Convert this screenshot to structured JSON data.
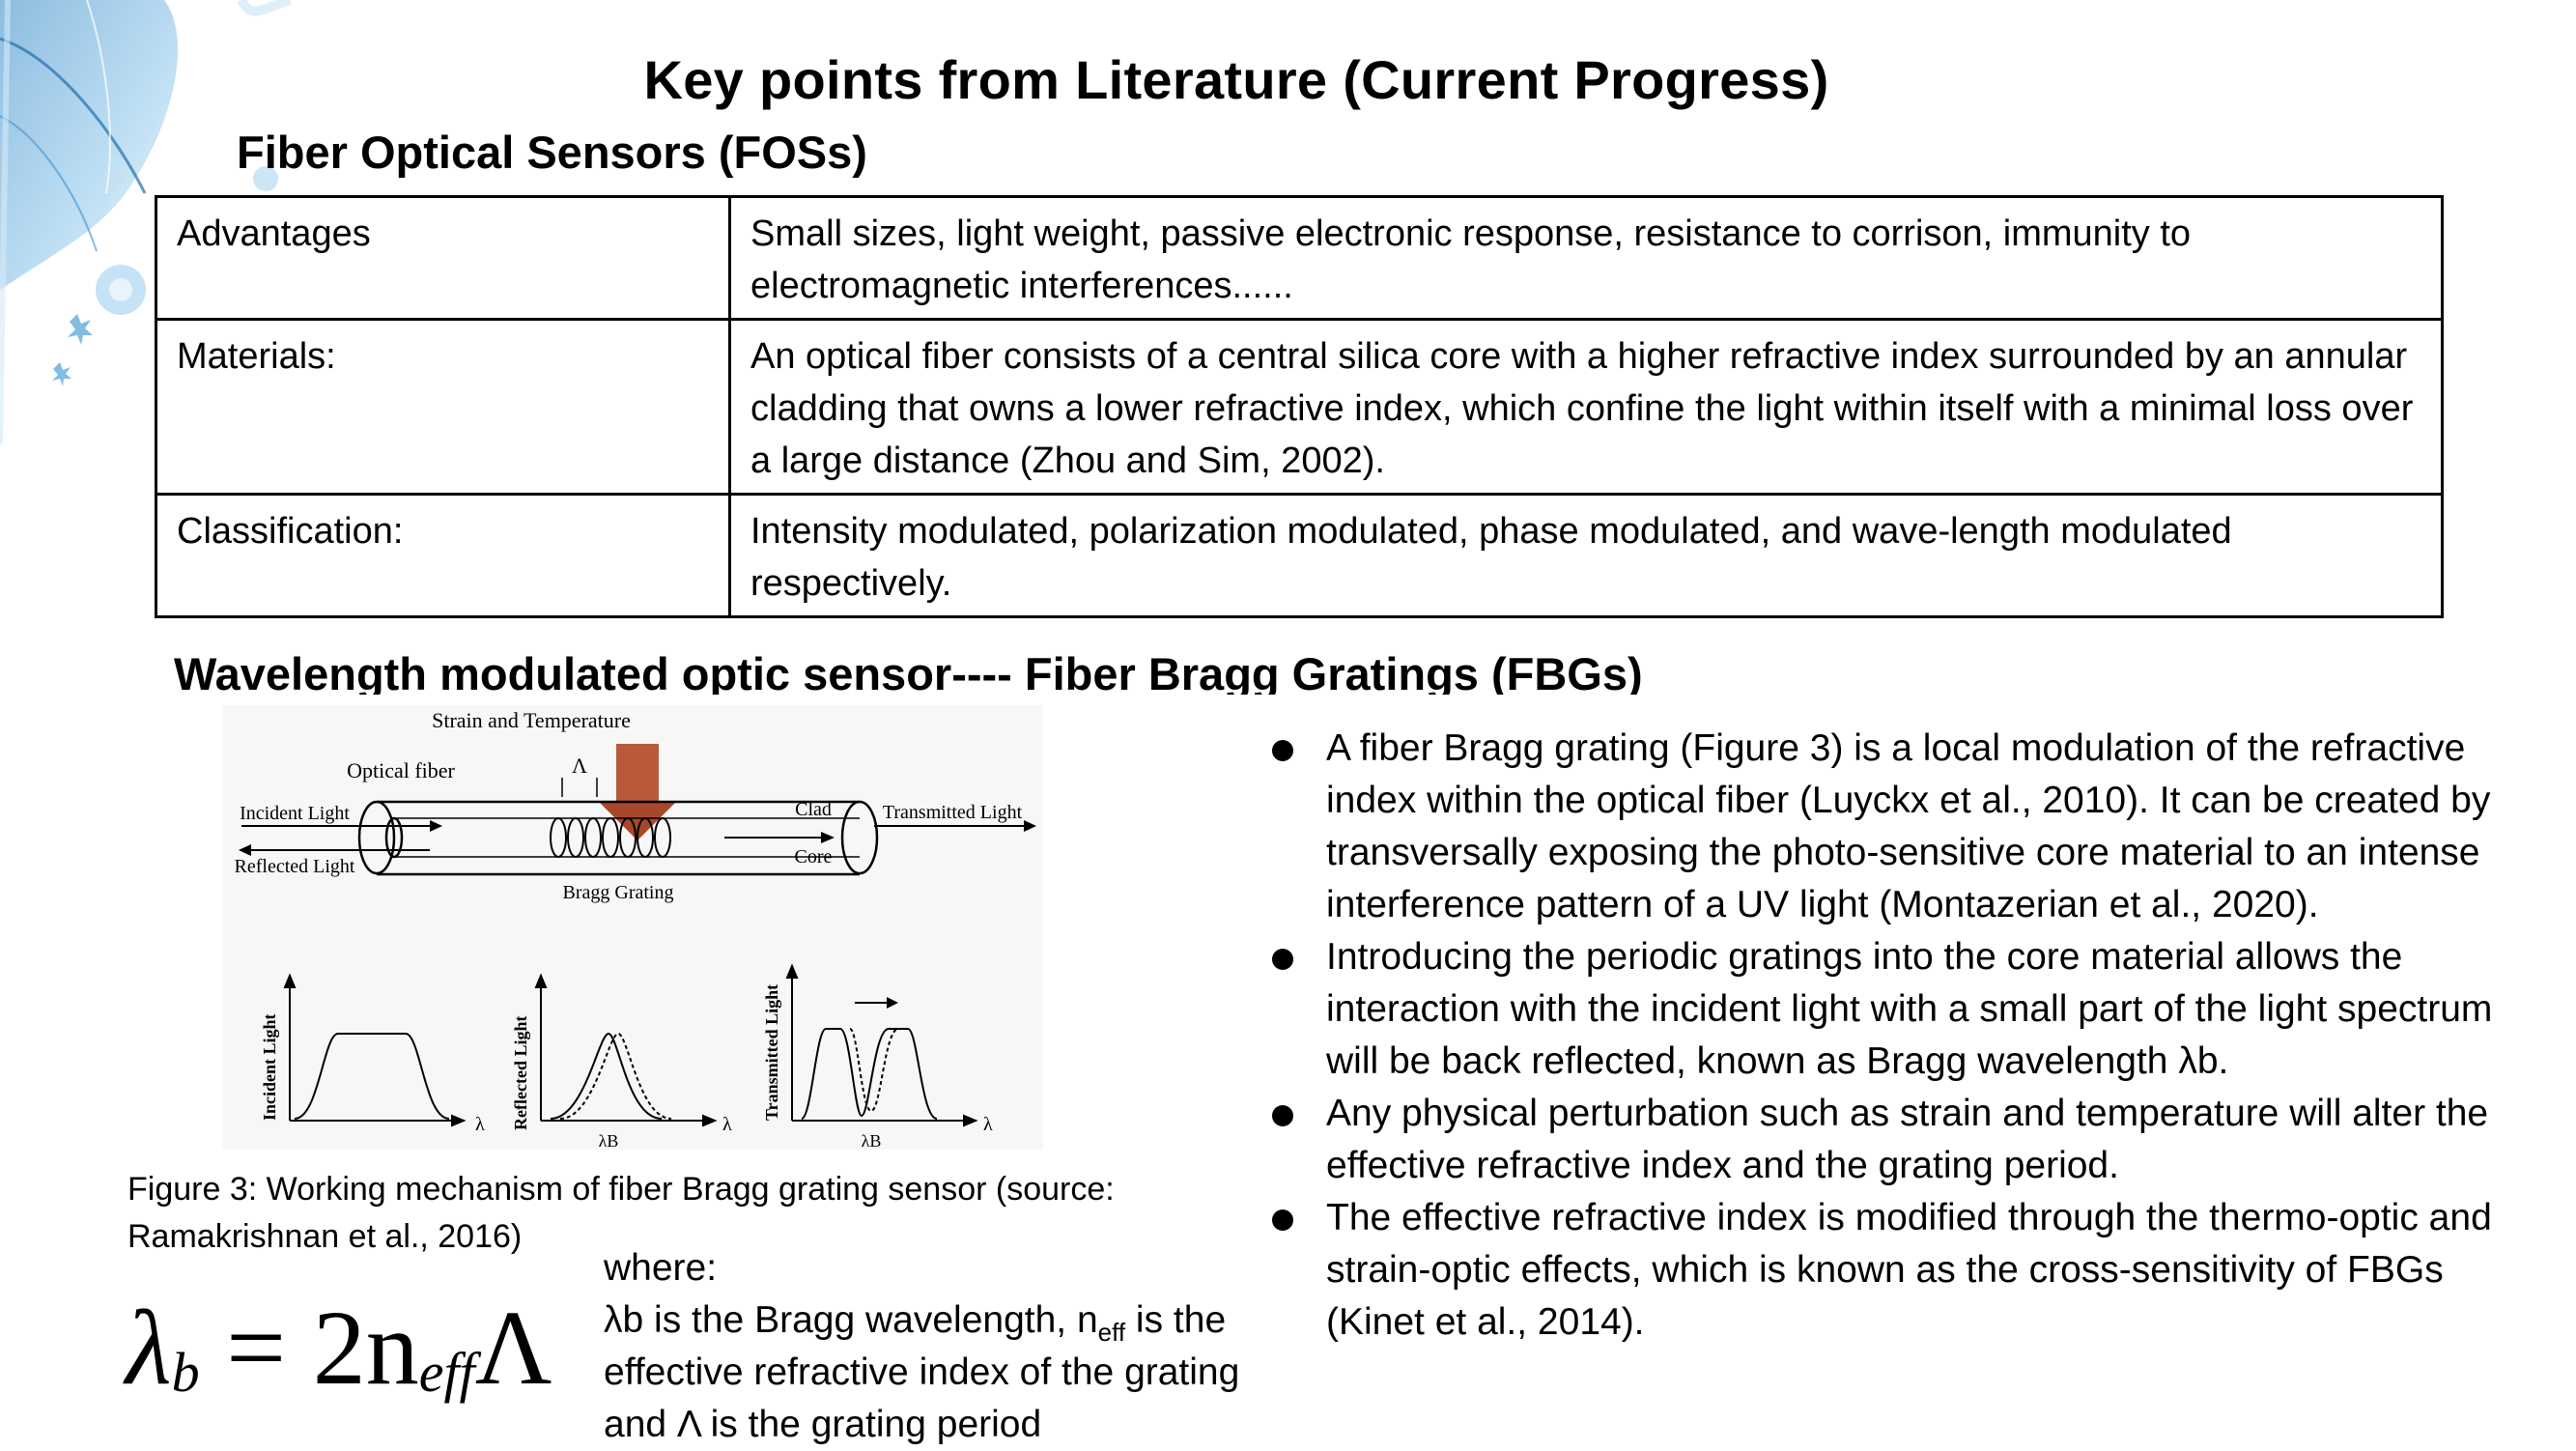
{
  "title": "Key points from Literature (Current Progress)",
  "fos": {
    "heading": "Fiber Optical Sensors (FOSs)",
    "rows": [
      {
        "label": "Advantages",
        "text": "Small sizes, light weight, passive electronic response, resistance to corrison, immunity to electromagnetic interferences......"
      },
      {
        "label": "Materials:",
        "text": "An optical fiber consists of a central silica core with a higher refractive index surrounded by an annular cladding that owns a lower refractive index, which confine the light within itself with a minimal loss over a large distance (Zhou and Sim, 2002)."
      },
      {
        "label": "Classification:",
        "text": "Intensity modulated, polarization modulated, phase modulated, and wave-length modulated respectively."
      }
    ]
  },
  "fbg": {
    "heading": "Wavelength modulated optic sensor---- Fiber Bragg Gratings (FBGs)",
    "figure": {
      "strain_label": "Strain and Temperature",
      "fiber_label": "Optical fiber",
      "lambda_label": "Λ",
      "incident_label": "Incident Light",
      "reflected_label": "Reflected Light",
      "clad_label": "Clad",
      "core_label": "Core",
      "transmitted_label": "Transmitted Light",
      "grating_label": "Bragg Grating",
      "plot_incident_ylabel": "Incident Light",
      "plot_reflected_ylabel": "Reflected Light",
      "plot_transmitted_ylabel": "Transmitted Light",
      "x_axis_symbol": "λ",
      "bragg_symbol": "λB"
    },
    "caption": "Figure 3: Working mechanism of fiber Bragg grating sensor (source: Ramakrishnan et al., 2016)",
    "formula": {
      "lhs": "λ",
      "lhs_sub": "b",
      "equals": "= 2n",
      "n_sub": "eff",
      "tail": "Λ"
    },
    "where": {
      "line1": "where:",
      "part1": " λb is the Bragg wavelength, n",
      "sub": "eff",
      "part2": " is the effective refractive index of the grating and Λ is the grating period"
    },
    "bullets": [
      "A fiber Bragg grating (Figure 3) is a local modulation of the refractive index within the optical fiber (Luyckx et al., 2010). It can be created by transversally exposing the photo-sensitive core material to an intense interference pattern of a UV light (Montazerian et al., 2020).",
      "Introducing the periodic gratings into the core material allows the interaction with the incident light with a small part of the light spectrum will be back reflected, known as Bragg wavelength λb.",
      "Any physical perturbation such as strain and temperature will alter the effective refractive index and the grating period.",
      "The effective refractive index is modified through the thermo-optic and strain-optic effects, which is known as the cross-sensitivity of FBGs (Kinet et al., 2014)."
    ]
  },
  "colors": {
    "feather_blue": "#5ba9d6",
    "feather_light": "#cfe7f5"
  }
}
